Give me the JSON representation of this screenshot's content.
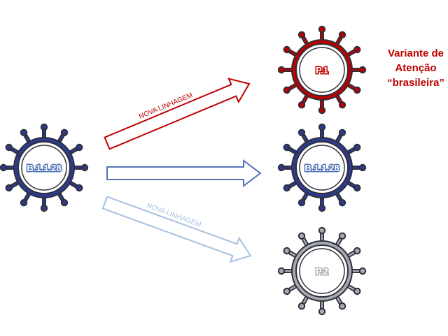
{
  "colors": {
    "red": "#c00000",
    "blue": "#2e3a8c",
    "lightblue": "#a7bfdf",
    "midblue": "#4f73b7",
    "dark": "#2f2f3a",
    "grey": "#a6aab3"
  },
  "parent": {
    "label": "B.1.1.28"
  },
  "children": [
    {
      "label": "P.1",
      "arrow_label": "NOVA LINHAGEM"
    },
    {
      "label": "B.1.1.28",
      "arrow_label": ""
    },
    {
      "label": "P.2",
      "arrow_label": "NOVA LINHAGEM"
    }
  ],
  "annotation": {
    "line1": "Variante de",
    "line2": "Atenção",
    "line3": "“brasileira”"
  }
}
